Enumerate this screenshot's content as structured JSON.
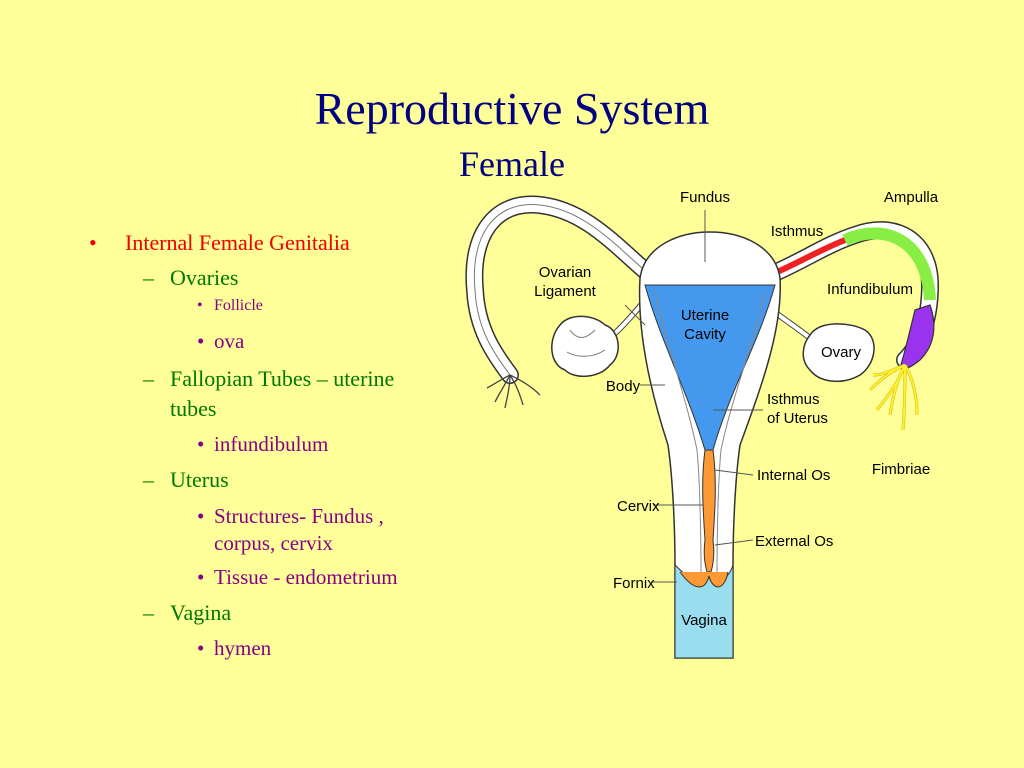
{
  "slide": {
    "title": "Reproductive System",
    "subtitle": "Female"
  },
  "outline": {
    "heading": "Internal Female Genitalia",
    "ovaries": "Ovaries",
    "follicle": "Follicle",
    "ova": "ova",
    "fallopian_line1": "Fallopian Tubes – uterine",
    "fallopian_line2": "tubes",
    "infundibulum": "infundibulum",
    "uterus": "Uterus",
    "structures_line1": "Structures- Fundus ,",
    "structures_line2": "corpus, cervix",
    "tissue": "Tissue - endometrium",
    "vagina": "Vagina",
    "hymen": "hymen"
  },
  "diagram": {
    "labels": {
      "fundus": "Fundus",
      "ampulla": "Ampulla",
      "isthmus": "Isthmus",
      "ovarian_1": "Ovarian",
      "ovarian_2": "Ligament",
      "infundibulum": "Infundibulum",
      "uterine_1": "Uterine",
      "uterine_2": "Cavity",
      "ovary": "Ovary",
      "body": "Body",
      "isthmus_uterus_1": "Isthmus",
      "isthmus_uterus_2": "of Uterus",
      "fimbriae": "Fimbriae",
      "internal_os": "Internal Os",
      "cervix": "Cervix",
      "external_os": "External Os",
      "fornix": "Fornix",
      "vagina": "Vagina"
    },
    "colors": {
      "cavity": "#4499ee",
      "canal": "#ff9933",
      "vagina": "#99ddee",
      "isthmus": "#ee2222",
      "ampulla": "#88ee44",
      "infundibulum": "#9933ee",
      "fimbriae": "#ffee33"
    }
  }
}
